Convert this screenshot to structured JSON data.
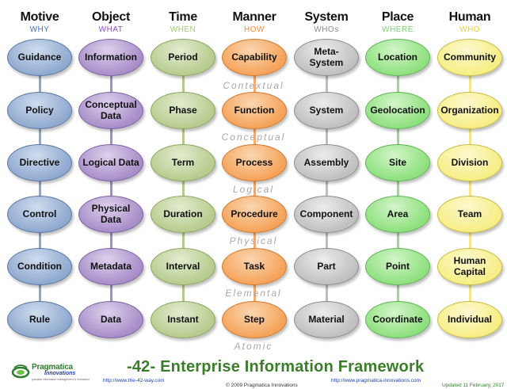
{
  "columns": [
    {
      "title": "Motive",
      "subtitle": "WHY",
      "subcolor": "#4a6fc4",
      "fill": "#8fa9cf",
      "fill_light": "#cfdcee",
      "stroke": "#5a77a6",
      "line": "#8ea7cc",
      "nodes": [
        "Guidance",
        "Policy",
        "Directive",
        "Control",
        "Condition",
        "Rule"
      ]
    },
    {
      "title": "Object",
      "subtitle": "WHAT",
      "subcolor": "#8a58c0",
      "fill": "#a88ec9",
      "fill_light": "#ddd1ec",
      "stroke": "#7c61a3",
      "line": "#a58ec7",
      "nodes": [
        "Information",
        "Conceptual Data",
        "Logical Data",
        "Physical Data",
        "Metadata",
        "Data"
      ]
    },
    {
      "title": "Time",
      "subtitle": "WHEN",
      "subcolor": "#a8c57c",
      "fill": "#b7cc8e",
      "fill_light": "#e2ecd0",
      "stroke": "#8ba561",
      "line": "#b4c98d",
      "nodes": [
        "Period",
        "Phase",
        "Term",
        "Duration",
        "Interval",
        "Instant"
      ]
    },
    {
      "title": "Manner",
      "subtitle": "HOW",
      "subcolor": "#f08a30",
      "fill": "#f5a35a",
      "fill_light": "#fbd6b1",
      "stroke": "#d07a30",
      "line": "#f4ad6e",
      "nodes": [
        "Capability",
        "Function",
        "Process",
        "Procedure",
        "Task",
        "Step"
      ]
    },
    {
      "title": "System",
      "subtitle": "WHOs",
      "subcolor": "#8a8a8a",
      "fill": "#c0c0c0",
      "fill_light": "#ececec",
      "stroke": "#8d8d8d",
      "line": "#bdbdbd",
      "nodes": [
        "Meta-System",
        "System",
        "Assembly",
        "Component",
        "Part",
        "Material"
      ]
    },
    {
      "title": "Place",
      "subtitle": "WHERE",
      "subcolor": "#76d36a",
      "fill": "#8ee07e",
      "fill_light": "#d3f5c9",
      "stroke": "#5fb455",
      "line": "#92df84",
      "nodes": [
        "Location",
        "Geolocation",
        "Site",
        "Area",
        "Point",
        "Coordinate"
      ]
    },
    {
      "title": "Human",
      "subtitle": "WHO",
      "subcolor": "#e8d02a",
      "fill": "#f7ee85",
      "fill_light": "#fcf8cf",
      "stroke": "#c9bb45",
      "line": "#f2e88a",
      "nodes": [
        "Community",
        "Organization",
        "Division",
        "Team",
        "Human Capital",
        "Individual"
      ]
    }
  ],
  "levels": [
    "Contextual",
    "Conceptual",
    "Logical",
    "Physical",
    "Elemental",
    "Atomic"
  ],
  "footer": {
    "title": "-42- Enterprise Information Framework",
    "url_left": "http://www.the-42-way.com",
    "copyright": "© 2009 Pragmatica Innovations",
    "url_right": "http://www.pragmatica-innovations.com",
    "updated": "Updated 11 February, 2017"
  },
  "logo": {
    "name": "Pragmatica",
    "name2": "Innovations",
    "tagline": "practical information management & innovation"
  }
}
